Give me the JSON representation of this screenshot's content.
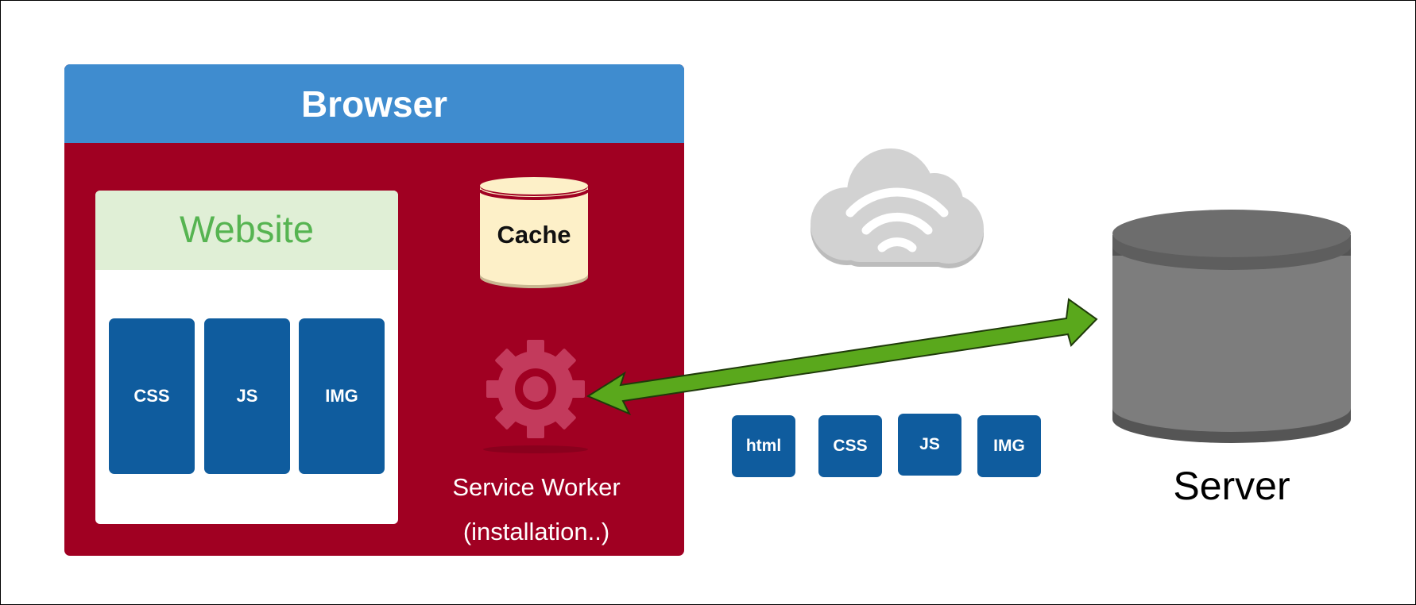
{
  "browser": {
    "title": "Browser"
  },
  "website": {
    "title": "Website",
    "assets": [
      "CSS",
      "JS",
      "IMG"
    ]
  },
  "cache": {
    "label": "Cache"
  },
  "service_worker": {
    "label": "Service Worker",
    "status": "(installation..)"
  },
  "transfer": {
    "assets": [
      "html",
      "CSS",
      "JS",
      "IMG"
    ]
  },
  "server": {
    "label": "Server"
  },
  "icons": [
    "cache-cylinder-icon",
    "gear-icon",
    "cloud-wifi-icon",
    "server-database-icon",
    "double-arrow-icon"
  ],
  "colors": {
    "browser_header": "#3f8ccf",
    "browser_body": "#a00022",
    "website_header": "#e0efd6",
    "website_title": "#56b451",
    "asset_tile": "#0f5c9e",
    "cache_fill": "#fdf0c8",
    "cache_rim": "#d8c7a0",
    "server_fill": "#7a7a7a",
    "cloud_fill": "#d2d2d2",
    "arrow": "#5aa81c"
  }
}
